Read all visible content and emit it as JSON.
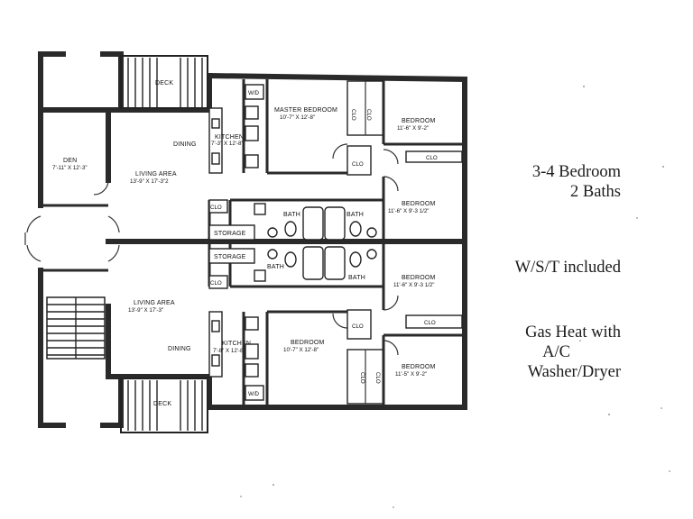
{
  "plan": {
    "labels": {
      "deck_top": "DECK",
      "deck_bottom": "DECK",
      "den": "DEN",
      "den_size": "7'-11\" X 12'-3\"",
      "living_top": "LIVING AREA",
      "living_top_size": "13'-9\" X 17'-3\"2",
      "dining_top": "DINING",
      "kitchen_top": "KITCHEN",
      "kitchen_top_size": "7'-3\" X 12'-8\"",
      "wd_top": "W/D",
      "master_bedroom": "MASTER BEDROOM",
      "master_bedroom_size": "10'-7\" X 12'-8\"",
      "bedroom_tr": "BEDROOM",
      "bedroom_tr_size": "11'-6\" X 9'-2\"",
      "bedroom_mr": "BEDROOM",
      "bedroom_mr_size": "11'-6\" X 9'-3 1/2\"",
      "bath_1": "BATH",
      "bath_2": "BATH",
      "bath_3": "BATH",
      "bath_4": "BATH",
      "storage_top": "STORAGE",
      "storage_bottom": "STORAGE",
      "clo": "CLO",
      "living_bottom": "LIVING AREA",
      "living_bottom_size": "13'-9\" X 17'-3\"",
      "dining_bottom": "DINING",
      "kitchen_bottom": "KITCHEN",
      "kitchen_bottom_size": "7'-8\" X 12'-8\"",
      "wd_bottom": "W/D",
      "bedroom_bl": "BEDROOM",
      "bedroom_bl_size": "10'-7\" X 12'-8\"",
      "bedroom_br": "BEDROOM",
      "bedroom_br_size": "11'-5\" X 9'-2\"",
      "bedroom_lr": "BEDROOM",
      "bedroom_lr_size": "11'-6\" X 9'-3 1/2\""
    }
  },
  "features": {
    "bedrooms_line1": "3-4 Bedroom",
    "bedrooms_line2": "2 Baths",
    "utilities": "W/S/T included",
    "heat_line1": "Gas Heat with",
    "heat_line2": "A/C",
    "heat_line3": "Washer/Dryer"
  }
}
